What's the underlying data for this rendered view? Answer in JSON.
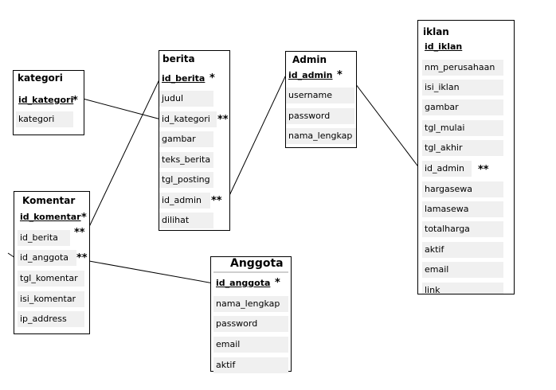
{
  "tables": {
    "kategori": {
      "title": "kategori",
      "fields": [
        "id_kategori",
        "kategori"
      ]
    },
    "berita": {
      "title": "berita",
      "fields": [
        "id_berita",
        "judul",
        "id_kategori",
        "gambar",
        "teks_berita",
        "tgl_posting",
        "id_admin",
        "dilihat"
      ]
    },
    "admin": {
      "title": "Admin",
      "fields": [
        "id_admin",
        "username",
        "password",
        "nama_lengkap"
      ]
    },
    "iklan": {
      "title": "iklan",
      "fields": [
        "id_iklan",
        "nm_perusahaan",
        "isi_iklan",
        "gambar",
        "tgl_mulai",
        "tgl_akhir",
        "id_admin",
        "hargasewa",
        "lamasewa",
        "totalharga",
        "aktif",
        "email",
        "link"
      ]
    },
    "komentar": {
      "title": "Komentar",
      "fields": [
        "id_komentar",
        "id_berita",
        "id_anggota",
        "tgl_komentar",
        "isi_komentar",
        "ip_address"
      ]
    },
    "anggota": {
      "title": "Anggota",
      "fields": [
        "id_anggota",
        "nama_lengkap",
        "password",
        "email",
        "aktif"
      ]
    }
  },
  "markers": {
    "one": "*",
    "many": "**"
  }
}
